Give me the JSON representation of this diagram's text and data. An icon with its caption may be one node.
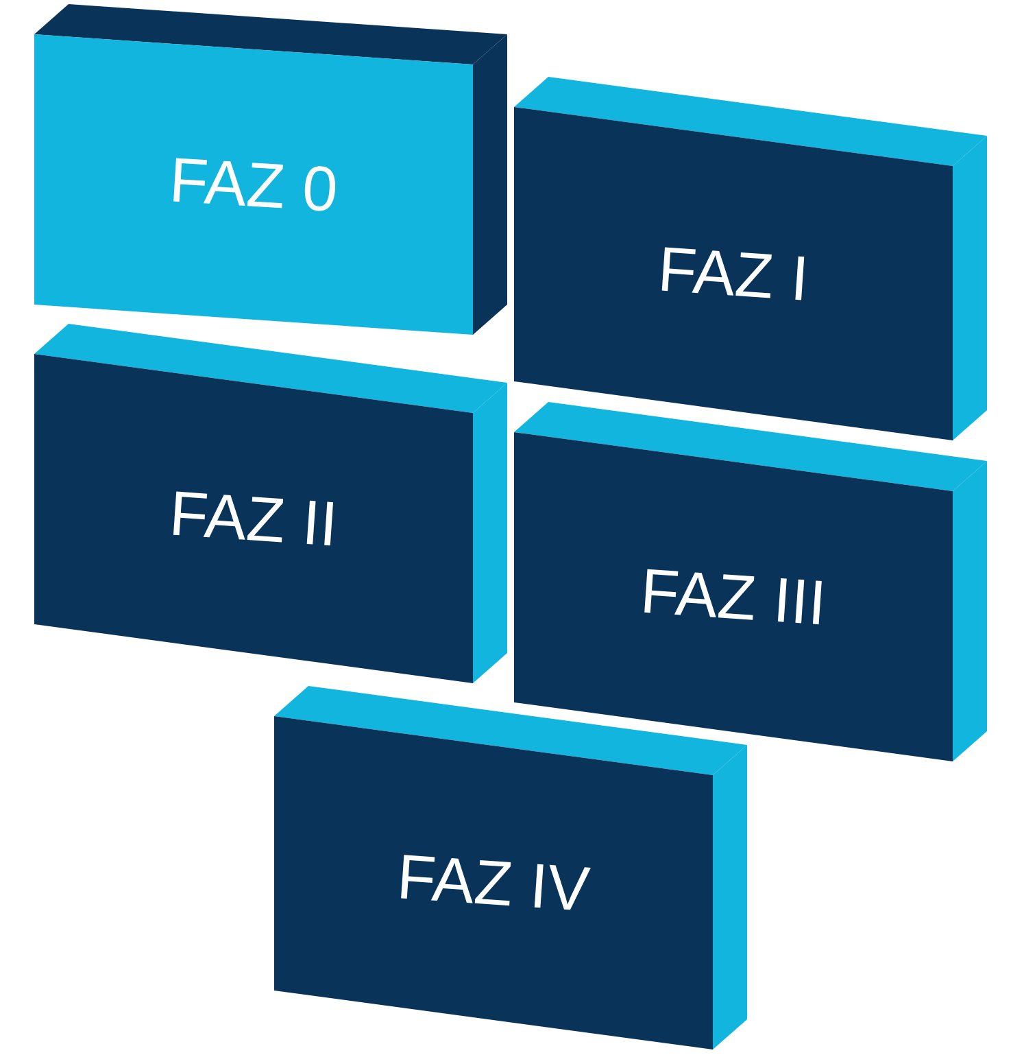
{
  "diagram": {
    "nodes": [
      {
        "text": [
          "FAZ 0"
        ]
      },
      {
        "text": [
          "FAZ I"
        ]
      },
      {
        "text": [
          "FAZ II"
        ]
      },
      {
        "text": [
          "FAZ III"
        ]
      },
      {
        "text": [
          "FAZ IV"
        ]
      }
    ]
  }
}
